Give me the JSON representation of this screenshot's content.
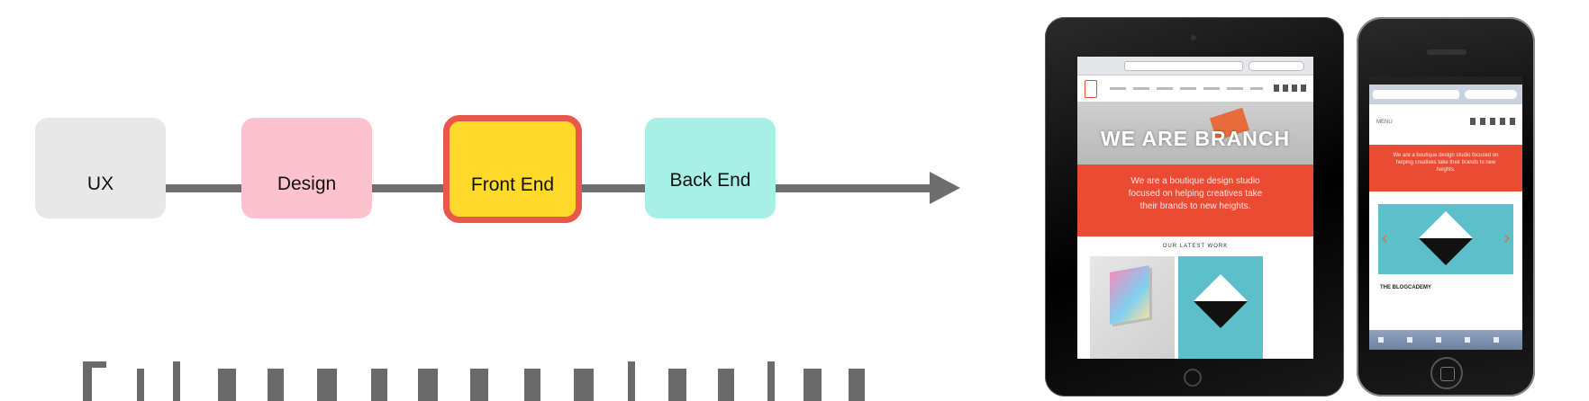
{
  "diagram": {
    "stages": [
      {
        "label": "UX",
        "fill": "#e8e8e8"
      },
      {
        "label": "Design",
        "fill": "#fcc3cf"
      },
      {
        "label": "Front End",
        "fill": "#ffd92c",
        "border": "#e8574a"
      },
      {
        "label": "Back End",
        "fill": "#a8f0e6"
      }
    ],
    "connector_color": "#6e6e6e"
  },
  "devices": {
    "tablet": {
      "hero_text": "WE ARE BRANCH",
      "blurb": "We are a boutique design studio focused on helping creatives take their brands to new heights.",
      "section_heading": "OUR LATEST WORK"
    },
    "phone": {
      "blurb": "We are a boutique design studio focused on helping creatives take their brands to new heights.",
      "caption": "THE BLOGCADEMY",
      "menu_label": "MENU"
    },
    "accent_color": "#ea4c33",
    "teal_color": "#5dbfc9"
  }
}
